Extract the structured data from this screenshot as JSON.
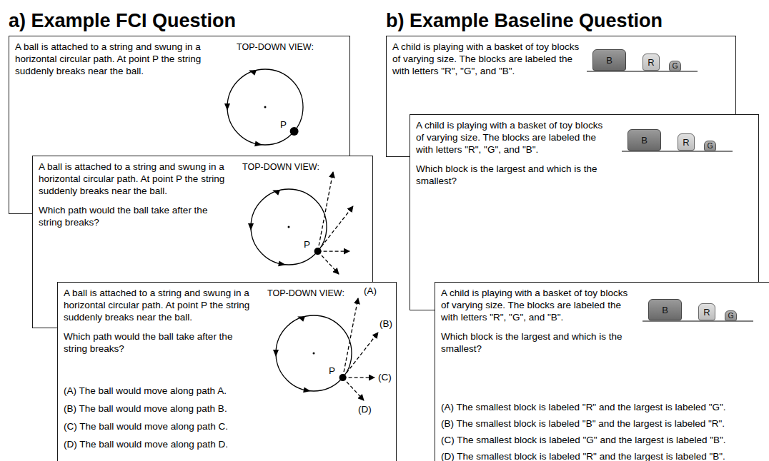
{
  "diagram": {
    "nodes": [
      {
        "text": [
          "A ball is attached to a string and swung in a horizontal circular path. At point P the string suddenly breaks near the ball."
        ]
      },
      {
        "text": [
          "A ball is attached to a string and swung in a horizontal circular path. At point P the string suddenly breaks near the ball.",
          "Which path would the ball take after the string breaks?"
        ]
      },
      {
        "text": [
          "A ball is attached to a string and swung in a horizontal circular path. At point P the string suddenly breaks near the ball.",
          "Which path would the ball take after the string breaks?",
          "(A) The ball would move along path A.",
          "(B) The ball would move along path B.",
          "(C) The ball would move along path C.",
          "(D) The ball would move along path D."
        ]
      },
      {
        "text": [
          "A child is playing with a basket of toy blocks of varying size. The blocks are labeled the with letters \"R\", \"G\", and \"B\"."
        ]
      },
      {
        "text": [
          "B"
        ],
        "in": 3
      },
      {
        "text": [
          "R"
        ],
        "in": 3
      },
      {
        "text": [
          "G"
        ],
        "in": 3
      },
      {
        "text": [
          "A child is playing with a basket of toy blocks of varying size. The blocks are labeled the with letters \"R\", \"G\", and \"B\".",
          "Which block is the largest and which is the smallest?"
        ]
      },
      {
        "text": [
          "B"
        ],
        "in": 7
      },
      {
        "text": [
          "R"
        ],
        "in": 7
      },
      {
        "text": [
          "G"
        ],
        "in": 7
      },
      {
        "text": [
          "A child is playing with a basket of toy blocks of varying size. The blocks are labeled the with letters \"R\", \"G\", and \"B\".",
          "Which block is the largest and which is the smallest?",
          "(A) The smallest block is labeled \"R\" and the largest is labeled \"G\".",
          "(B) The smallest block is labeled \"B\" and the largest is labeled \"R\".",
          "(C) The smallest block is labeled \"G\" and the largest is labeled \"B\".",
          "(D) The smallest block is labeled \"R\" and the largest is labeled \"B\"."
        ]
      },
      {
        "text": [
          "B"
        ],
        "in": 11
      },
      {
        "text": [
          "R"
        ],
        "in": 11
      },
      {
        "text": [
          "G"
        ],
        "in": 11
      }
    ],
    "labels": [
      "a) Example FCI Question",
      "b) Example Baseline Question",
      "TOP-DOWN VIEW:",
      "P",
      "TOP-DOWN VIEW:",
      "P",
      "TOP-DOWN VIEW:",
      "(A)",
      "(B)",
      "(C)",
      "(D)",
      "P"
    ]
  }
}
